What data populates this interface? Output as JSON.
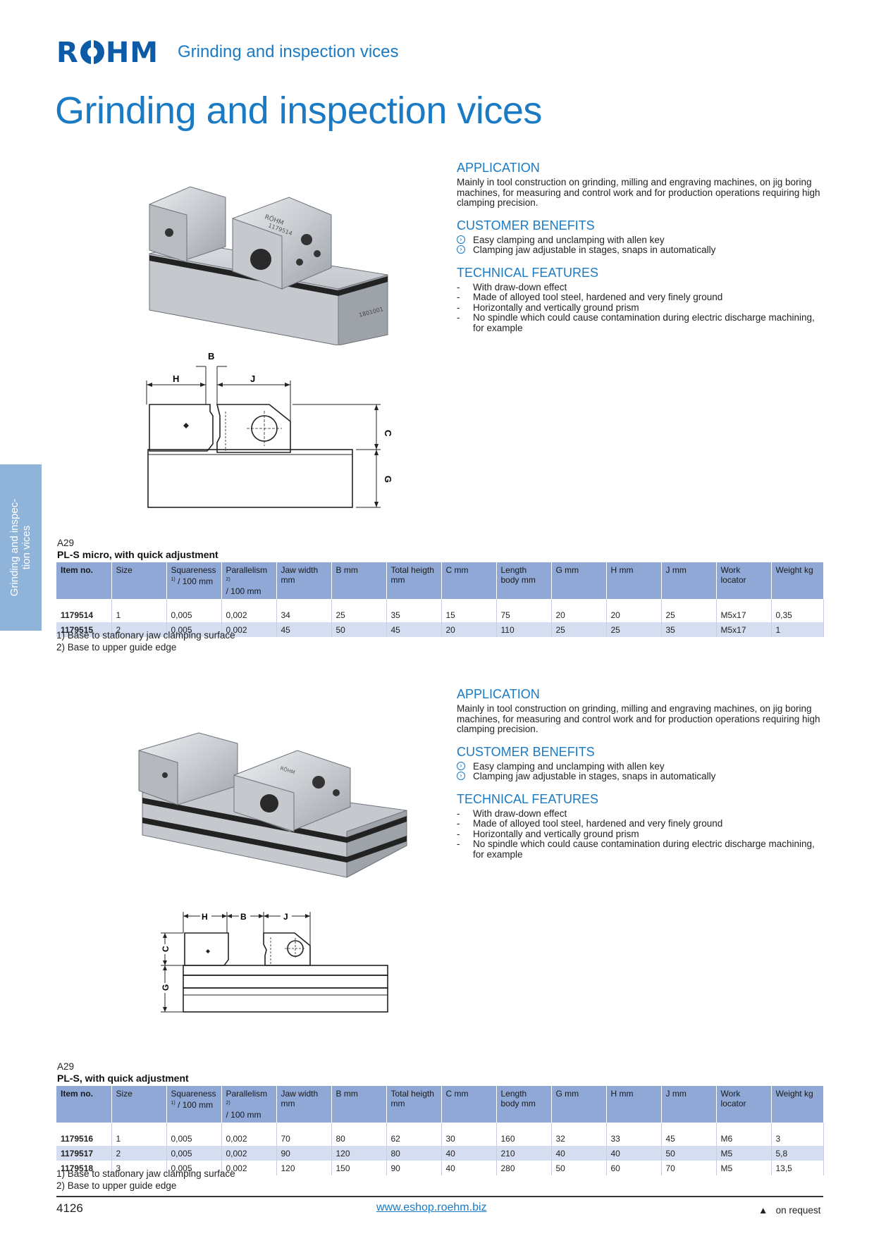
{
  "brand": {
    "name": "RÖHM"
  },
  "header": {
    "section": "Grinding and inspection vices"
  },
  "page_title": "Grinding and inspection vices",
  "side_tab": {
    "line1": "Grinding and inspec-",
    "line2": "tion vices"
  },
  "product1": {
    "application_heading": "APPLICATION",
    "application_text": "Mainly in tool construction on grinding, milling and engraving machines, on jig boring machines, for measuring and control work and for production operations requiring high clamping precision.",
    "benefits_heading": "CUSTOMER BENEFITS",
    "benefits": [
      "Easy clamping and unclamping with allen key",
      "Clamping jaw adjustable in stages, snaps in automatically"
    ],
    "features_heading": "TECHNICAL FEATURES",
    "features": [
      "With draw-down effect",
      "Made of alloyed tool steel, hardened and very finely ground",
      "Horizontally and vertically ground prism",
      "No spindle which could cause contamination during electric discharge machining, for example"
    ],
    "photo_text": [
      "RÖHM",
      "1179514",
      "1801001"
    ],
    "drawing_labels": {
      "b": "B",
      "h": "H",
      "j": "J",
      "c": "C",
      "g": "G"
    },
    "table_code": "A29",
    "table_title": "PL-S micro, with quick adjustment",
    "rows": [
      [
        "1179514",
        "1",
        "0,005",
        "0,002",
        "34",
        "25",
        "35",
        "15",
        "75",
        "20",
        "20",
        "25",
        "M5x17",
        "0,35"
      ],
      [
        "1179515",
        "2",
        "0,005",
        "0,002",
        "45",
        "50",
        "45",
        "20",
        "110",
        "25",
        "25",
        "35",
        "M5x17",
        "1"
      ]
    ],
    "notes": [
      "1) Base to stationary jaw clamping surface",
      "2) Base to upper guide edge"
    ]
  },
  "product2": {
    "application_heading": "APPLICATION",
    "application_text": "Mainly in tool construction on grinding, milling and engraving machines, on jig boring machines, for measuring and control work and for production operations requiring high clamping precision.",
    "benefits_heading": "CUSTOMER BENEFITS",
    "benefits": [
      "Easy clamping and unclamping with allen key",
      "Clamping jaw adjustable in stages, snaps in automatically"
    ],
    "features_heading": "TECHNICAL FEATURES",
    "features": [
      "With draw-down effect",
      "Made of alloyed tool steel, hardened and very finely ground",
      "Horizontally and vertically ground prism",
      "No spindle which could cause contamination during electric discharge machining, for example"
    ],
    "photo_text": [
      "RÖHM"
    ],
    "drawing_labels": {
      "h": "H",
      "b": "B",
      "j": "J",
      "c": "C",
      "g": "G"
    },
    "table_code": "A29",
    "table_title": "PL-S, with quick adjustment",
    "rows": [
      [
        "1179516",
        "1",
        "0,005",
        "0,002",
        "70",
        "80",
        "62",
        "30",
        "160",
        "32",
        "33",
        "45",
        "M6",
        "3"
      ],
      [
        "1179517",
        "2",
        "0,005",
        "0,002",
        "90",
        "120",
        "80",
        "40",
        "210",
        "40",
        "40",
        "50",
        "M5",
        "5,8"
      ],
      [
        "1179518",
        "3",
        "0,005",
        "0,002",
        "120",
        "150",
        "90",
        "40",
        "280",
        "50",
        "60",
        "70",
        "M5",
        "13,5"
      ]
    ],
    "notes": [
      "1) Base to stationary jaw clamping surface",
      "2) Base to upper guide edge"
    ]
  },
  "table_headers": {
    "item_no": "Item no.",
    "size": "Size",
    "squareness": "Squareness",
    "squareness_sup": "1)",
    "squareness_unit": " / 100 mm",
    "parallelism": "Parallelism",
    "parallelism_sup": "2)",
    "parallelism_unit": "/ 100 mm",
    "jaw_width": "Jaw width mm",
    "b_mm": "B mm",
    "total_height": "Total heigth mm",
    "c_mm": "C mm",
    "length_body": "Length body mm",
    "g_mm": "G mm",
    "h_mm": "H mm",
    "j_mm": "J mm",
    "work_locator": "Work locator",
    "weight": "Weight kg"
  },
  "footer": {
    "page_number": "4126",
    "url": "www.eshop.roehm.biz",
    "legend_symbol": "▲",
    "legend_text": "on request"
  },
  "colors": {
    "brand_blue": "#1a7ac4",
    "logo_blue": "#0d5aa7",
    "table_header": "#8fa8d5",
    "table_alt_row": "#d4def0",
    "side_tab": "#8fb3d9"
  }
}
